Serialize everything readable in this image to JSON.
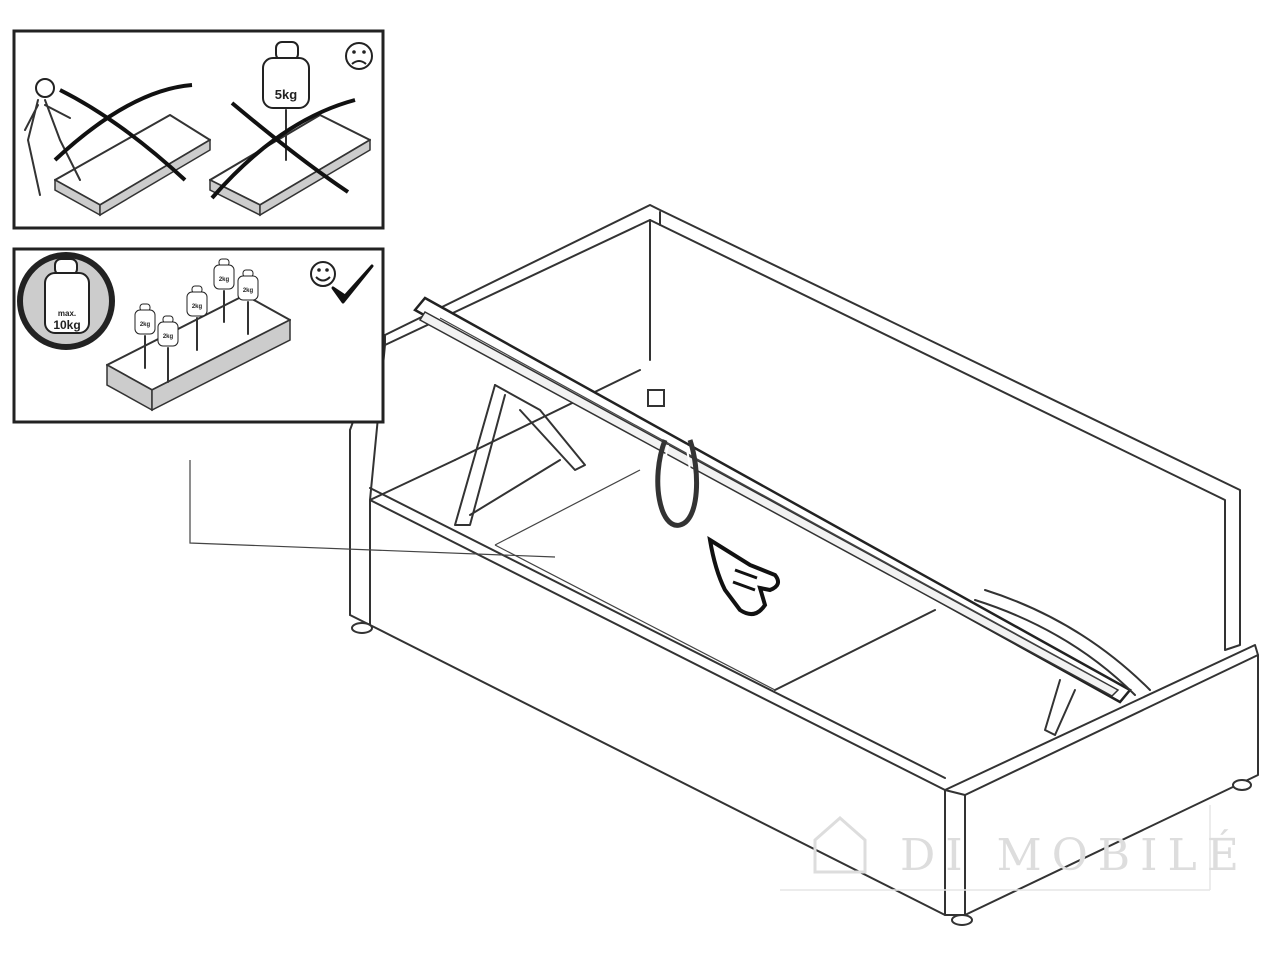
{
  "panel_forbidden": {
    "weight_label": "5kg",
    "face": "sad-face-icon"
  },
  "panel_allowed": {
    "max_label": "max.",
    "max_value": "10kg",
    "weights": [
      "2kg",
      "2kg",
      "2kg",
      "2kg",
      "2kg"
    ],
    "face": "smiley-face-icon",
    "check": "checkmark-icon"
  },
  "watermark": "DI MOBILÉ"
}
